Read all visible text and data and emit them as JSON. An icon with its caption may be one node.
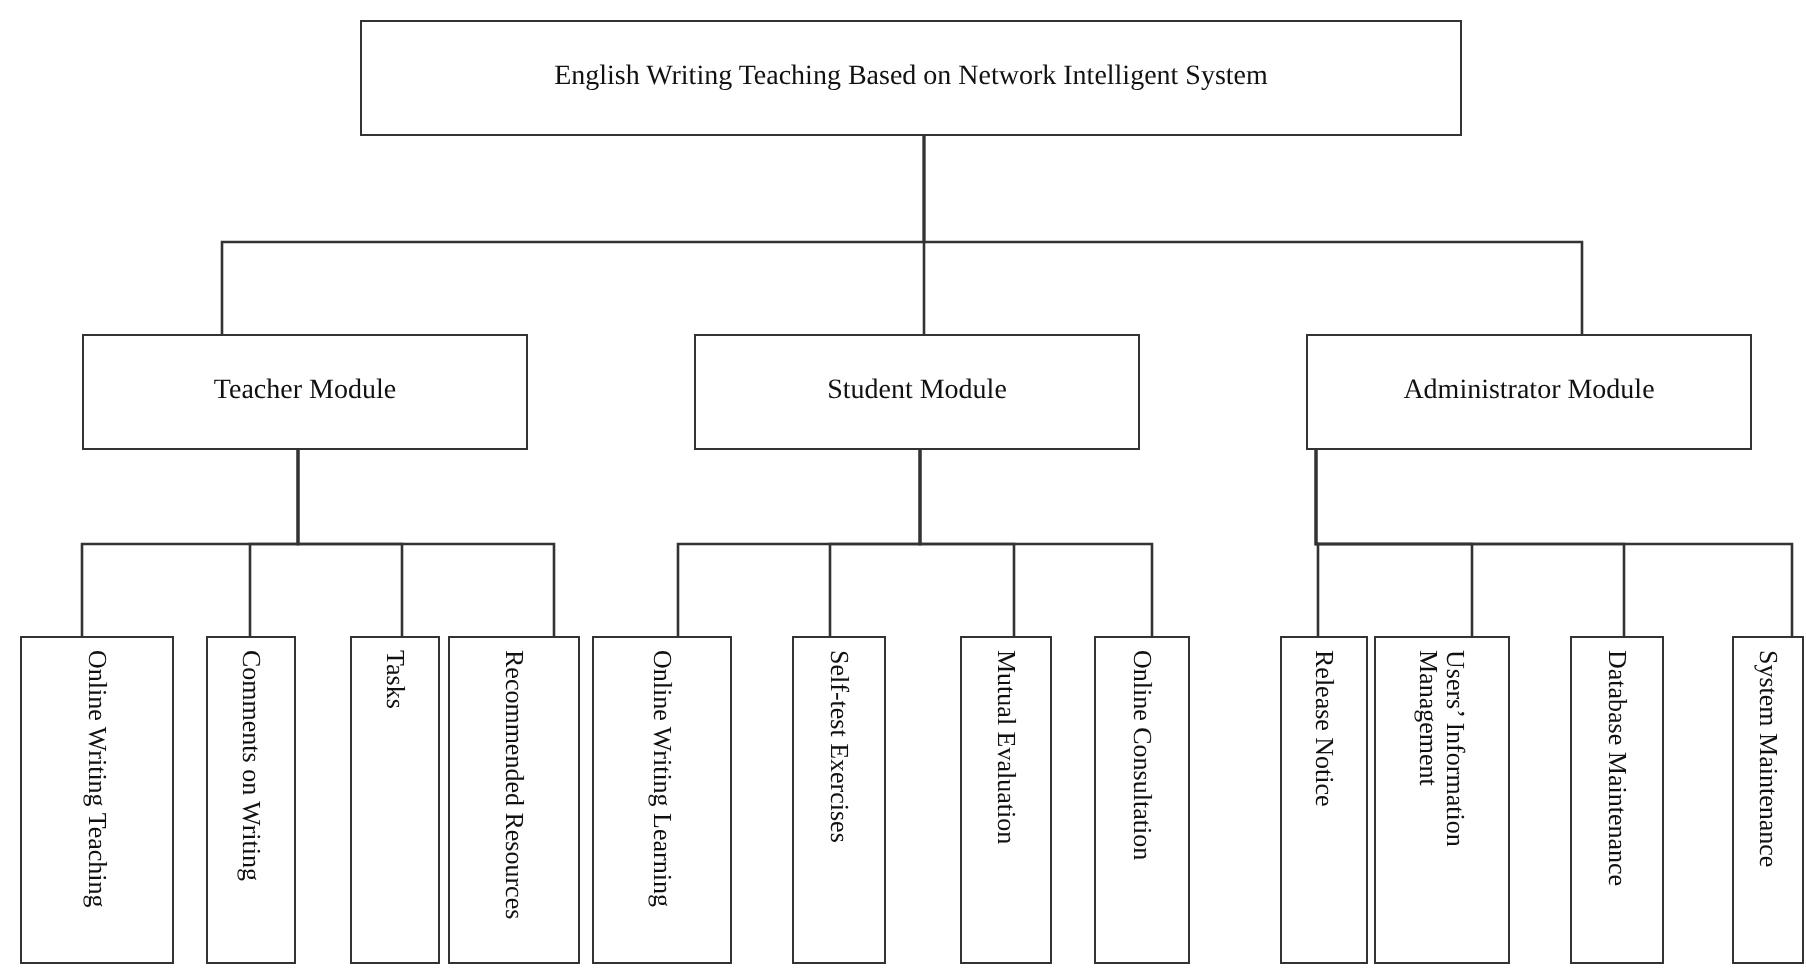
{
  "diagram": {
    "nodes": [
      {
        "text": [
          "English Writing Teaching Based on Network Intelligent System"
        ]
      },
      {
        "text": [
          "Teacher Module"
        ]
      },
      {
        "text": [
          "Student Module"
        ]
      },
      {
        "text": [
          "Administrator Module"
        ]
      },
      {
        "text": [
          "Online Writing Teaching"
        ]
      },
      {
        "text": [
          "Comments on Writing"
        ]
      },
      {
        "text": [
          "Tasks"
        ]
      },
      {
        "text": [
          "Recommended Resources"
        ]
      },
      {
        "text": [
          "Online Writing Learning"
        ]
      },
      {
        "text": [
          "Self-test Exercises"
        ]
      },
      {
        "text": [
          "Mutual Evaluation"
        ]
      },
      {
        "text": [
          "Online Consultation"
        ]
      },
      {
        "text": [
          "Release Notice"
        ]
      },
      {
        "text": [
          "Users’ Information Management"
        ]
      },
      {
        "text": [
          "Database Maintenance"
        ]
      },
      {
        "text": [
          "System Maintenance"
        ]
      }
    ],
    "edges": [
      {
        "from": 0,
        "to": 1,
        "arrow": "none"
      },
      {
        "from": 0,
        "to": 2,
        "arrow": "none"
      },
      {
        "from": 0,
        "to": 3,
        "arrow": "none"
      },
      {
        "from": 1,
        "to": 4,
        "arrow": "none"
      },
      {
        "from": 1,
        "to": 5,
        "arrow": "none"
      },
      {
        "from": 1,
        "to": 6,
        "arrow": "none"
      },
      {
        "from": 1,
        "to": 7,
        "arrow": "none"
      },
      {
        "from": 2,
        "to": 8,
        "arrow": "none"
      },
      {
        "from": 2,
        "to": 9,
        "arrow": "none"
      },
      {
        "from": 2,
        "to": 10,
        "arrow": "none"
      },
      {
        "from": 2,
        "to": 11,
        "arrow": "none"
      },
      {
        "from": 3,
        "to": 12,
        "arrow": "none"
      },
      {
        "from": 3,
        "to": 13,
        "arrow": "none"
      },
      {
        "from": 3,
        "to": 14,
        "arrow": "none"
      },
      {
        "from": 3,
        "to": 15,
        "arrow": "none"
      }
    ]
  }
}
